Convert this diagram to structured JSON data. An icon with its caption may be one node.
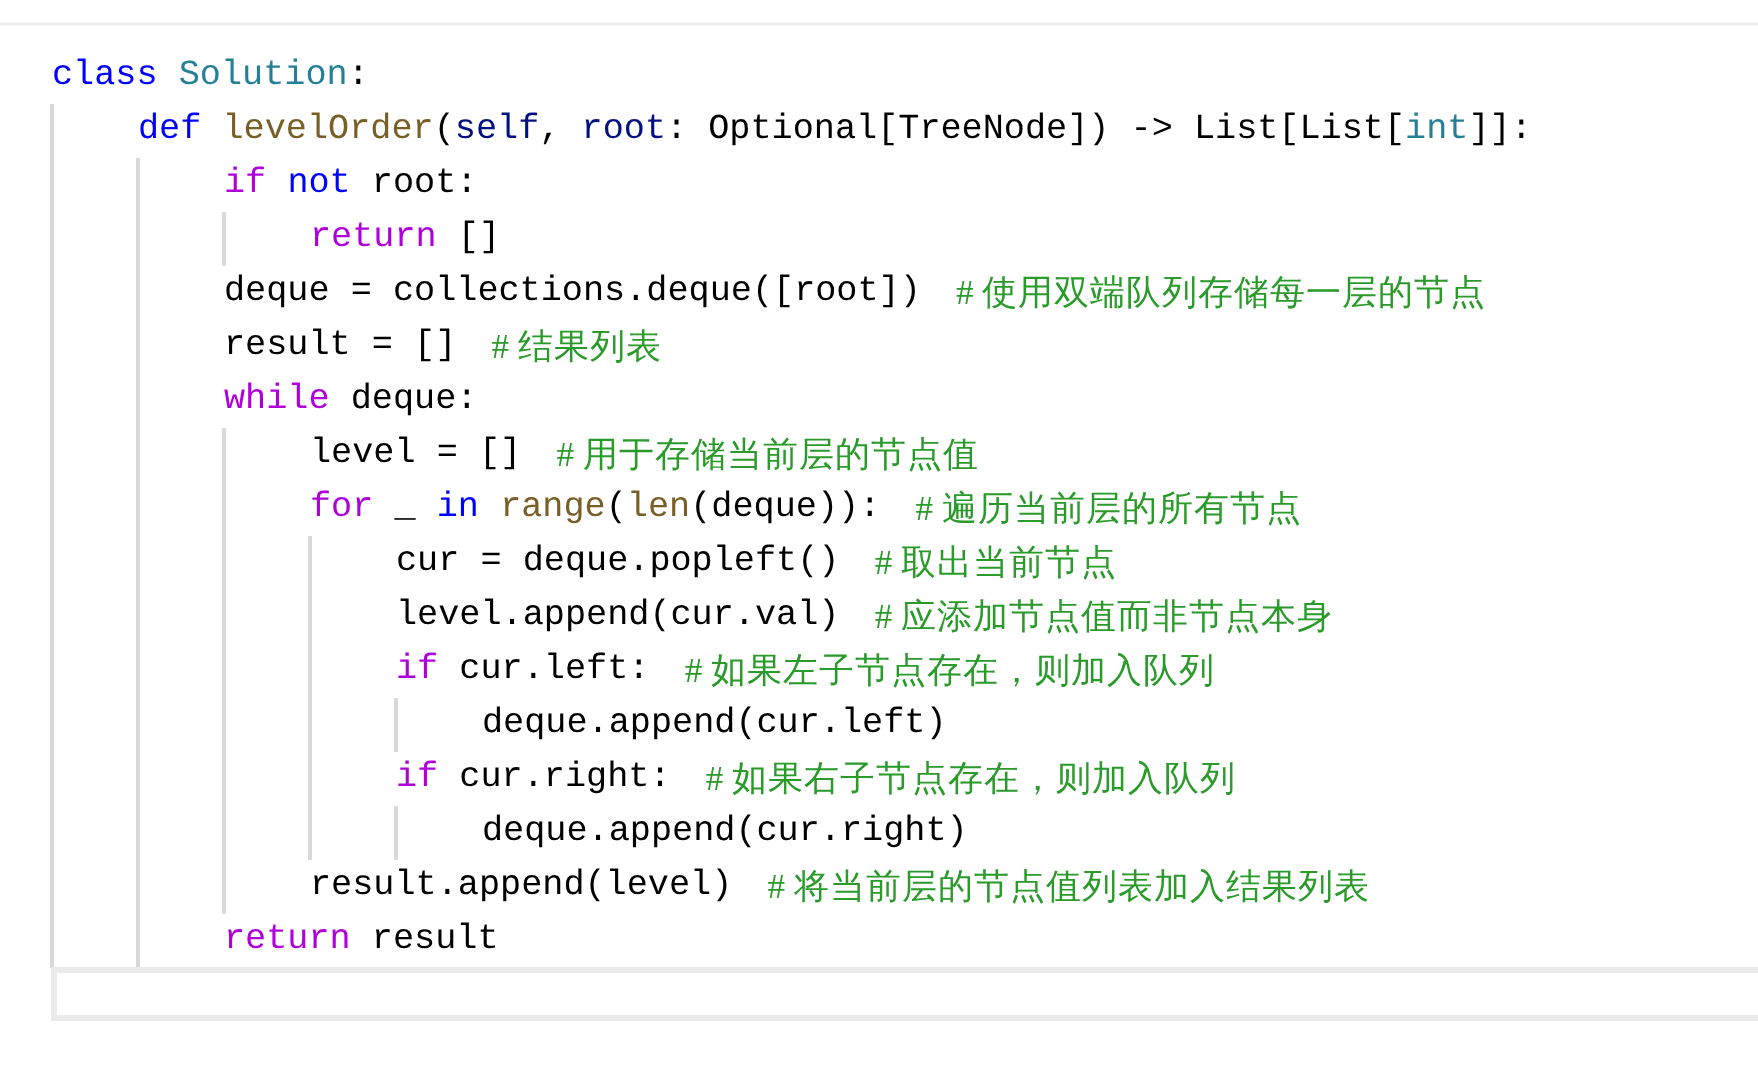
{
  "diagram": {
    "labels": [
      "class Solution:",
      "def levelOrder(self, root: Optional[TreeNode]) -> List[List[int]]:",
      "if not root:",
      "return []",
      "deque = collections.deque([root])",
      "# 使用双端队列存储每一层的节点",
      "result = []",
      "# 结果列表",
      "while deque:",
      "level = []",
      "# 用于存储当前层的节点值",
      "for _ in range(len(deque)):",
      "# 遍历当前层的所有节点",
      "cur = deque.popleft()",
      "# 取出当前节点",
      "level.append(cur.val)",
      "# 应添加节点值而非节点本身",
      "if cur.left:",
      "# 如果左子节点存在，则加入队列",
      "deque.append(cur.left)",
      "if cur.right:",
      "# 如果右子节点存在，则加入队列",
      "deque.append(cur.right)",
      "result.append(level)",
      "# 将当前层的节点值列表加入结果列表",
      "return result"
    ]
  }
}
